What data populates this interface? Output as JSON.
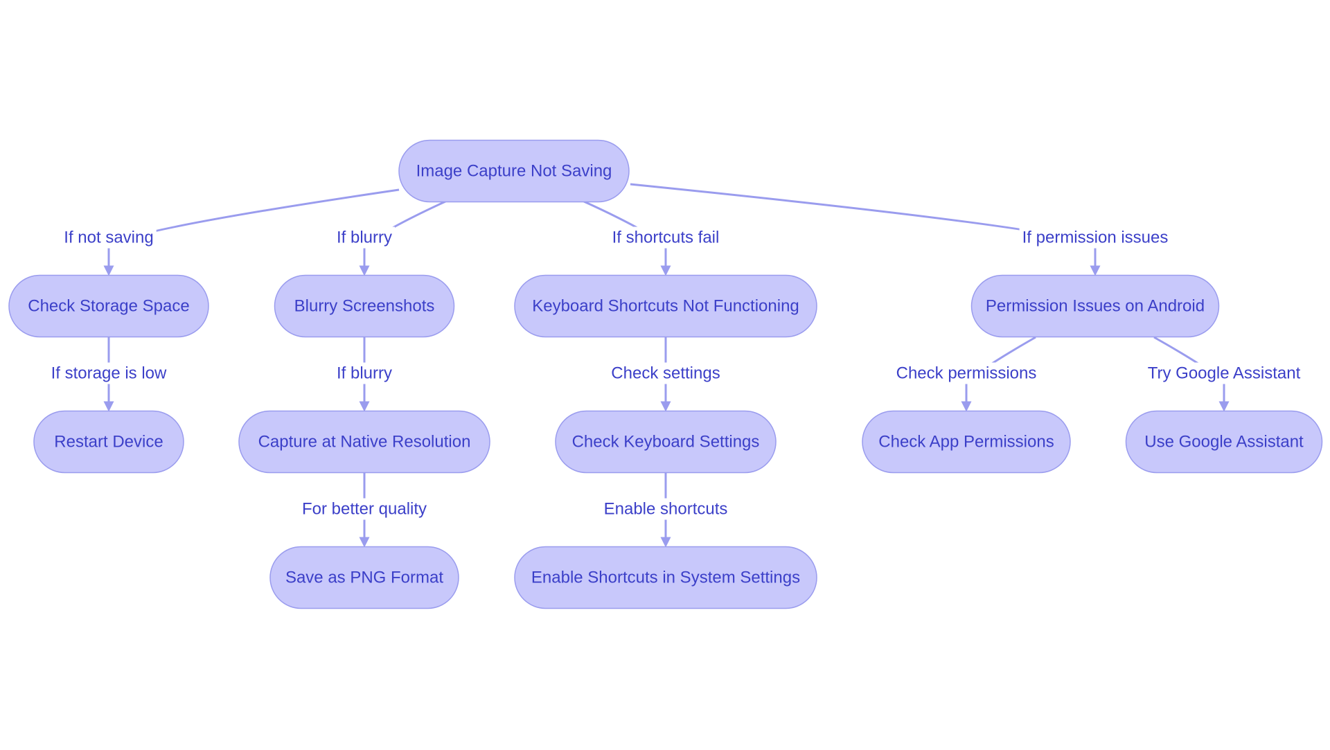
{
  "colors": {
    "node_fill": "#c8c8fb",
    "node_stroke": "#9a9cee",
    "edge": "#9a9cee",
    "text": "#3b3fc8",
    "background": "#ffffff"
  },
  "nodes": [
    {
      "id": "root",
      "label": "Image Capture Not Saving"
    },
    {
      "id": "storage",
      "label": "Check Storage Space"
    },
    {
      "id": "restart",
      "label": "Restart Device"
    },
    {
      "id": "blurry",
      "label": "Blurry Screenshots"
    },
    {
      "id": "native",
      "label": "Capture at Native Resolution"
    },
    {
      "id": "png",
      "label": "Save as PNG Format"
    },
    {
      "id": "kbd",
      "label": "Keyboard Shortcuts Not Functioning"
    },
    {
      "id": "kbdset",
      "label": "Check Keyboard Settings"
    },
    {
      "id": "enable",
      "label": "Enable Shortcuts in System Settings"
    },
    {
      "id": "perm",
      "label": "Permission Issues on Android"
    },
    {
      "id": "appperm",
      "label": "Check App Permissions"
    },
    {
      "id": "google",
      "label": "Use Google Assistant"
    }
  ],
  "edges": [
    {
      "from": "root",
      "to": "storage",
      "label": "If not saving"
    },
    {
      "from": "root",
      "to": "blurry",
      "label": "If blurry"
    },
    {
      "from": "root",
      "to": "kbd",
      "label": "If shortcuts fail"
    },
    {
      "from": "root",
      "to": "perm",
      "label": "If permission issues"
    },
    {
      "from": "storage",
      "to": "restart",
      "label": "If storage is low"
    },
    {
      "from": "blurry",
      "to": "native",
      "label": "If blurry"
    },
    {
      "from": "native",
      "to": "png",
      "label": "For better quality"
    },
    {
      "from": "kbd",
      "to": "kbdset",
      "label": "Check settings"
    },
    {
      "from": "kbdset",
      "to": "enable",
      "label": "Enable shortcuts"
    },
    {
      "from": "perm",
      "to": "appperm",
      "label": "Check permissions"
    },
    {
      "from": "perm",
      "to": "google",
      "label": "Try Google Assistant"
    }
  ]
}
